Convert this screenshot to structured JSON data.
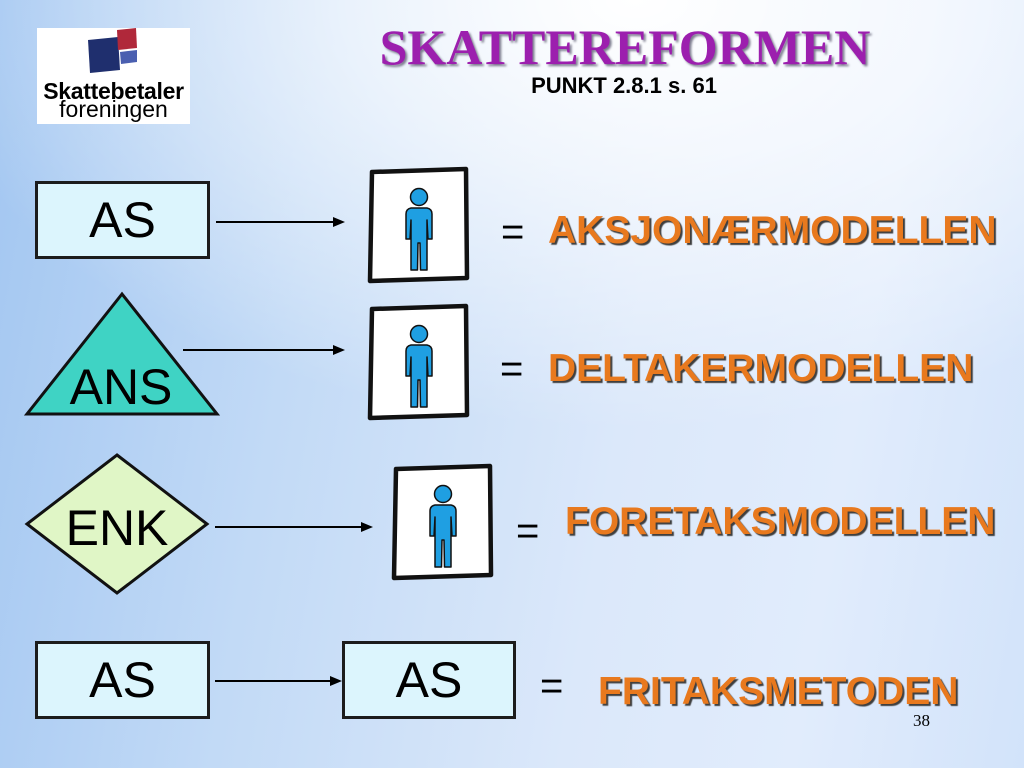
{
  "logo": {
    "icon": "flag-logo-icon",
    "line1": "Skattebetaler",
    "line2": "foreningen"
  },
  "header": {
    "title": "SKATTEREFORMEN",
    "subtitle": "PUNKT 2.8.1 s. 61"
  },
  "rows": [
    {
      "source": "AS",
      "target_icon": "person-icon",
      "equals": "=",
      "model": "AKSJONÆRMODELLEN"
    },
    {
      "source": "ANS",
      "target_icon": "person-icon",
      "equals": "=",
      "model": "DELTAKERMODELLEN"
    },
    {
      "source": "ENK",
      "target_icon": "person-icon",
      "equals": "=",
      "model": "FORETAKSMODELLEN"
    },
    {
      "source": "AS",
      "target": "AS",
      "equals": "=",
      "model": "FRITAKSMETODEN"
    }
  ],
  "page_number": "38",
  "colors": {
    "title": "#9c1fae",
    "model_text": "#e8791e",
    "box_fill": "#dcf5fd",
    "triangle_fill": "#3fd3c4",
    "diamond_fill": "#e0f6c6",
    "person_fill": "#1f9fe2",
    "logo_navy": "#1f2f6e",
    "logo_red": "#b0283a",
    "logo_blue": "#4a5fb0"
  }
}
